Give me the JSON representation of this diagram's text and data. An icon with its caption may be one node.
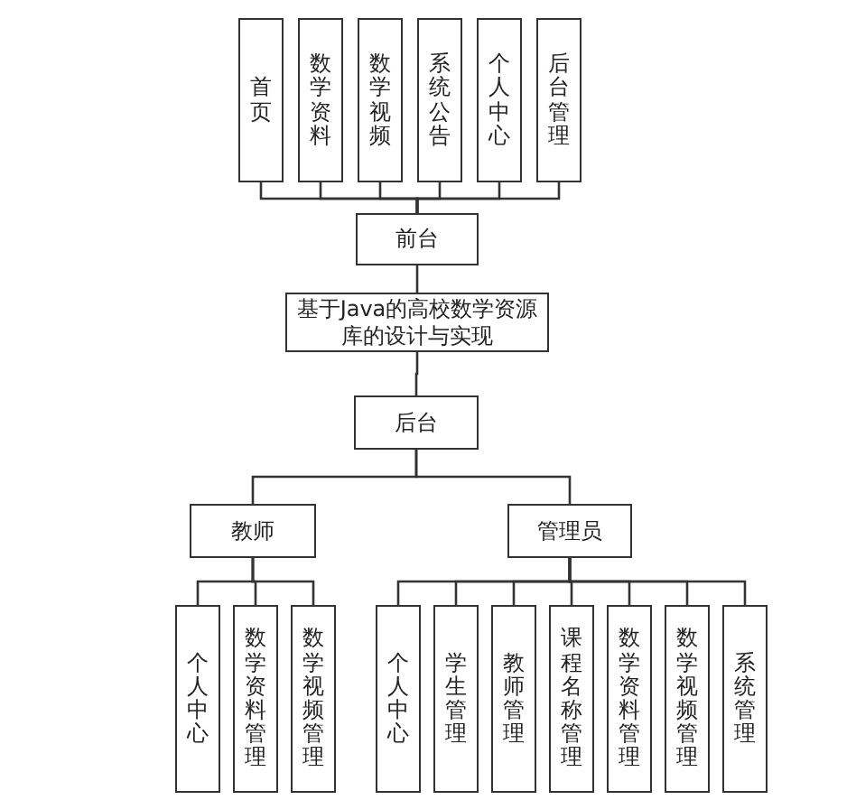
{
  "diagram": {
    "nodes": [
      {
        "text": [
          "首页"
        ]
      },
      {
        "text": [
          "数学资料"
        ]
      },
      {
        "text": [
          "数学视频"
        ]
      },
      {
        "text": [
          "系统公告"
        ]
      },
      {
        "text": [
          "个人中心"
        ]
      },
      {
        "text": [
          "后台管理"
        ]
      },
      {
        "text": [
          "前台"
        ]
      },
      {
        "text": [
          "基于Java的高校数学资源库的设计与实现"
        ]
      },
      {
        "text": [
          "后台"
        ]
      },
      {
        "text": [
          "教师"
        ]
      },
      {
        "text": [
          "管理员"
        ]
      },
      {
        "text": [
          "个人中心"
        ]
      },
      {
        "text": [
          "数学资料管理"
        ]
      },
      {
        "text": [
          "数学视频管理"
        ]
      },
      {
        "text": [
          "个人中心"
        ]
      },
      {
        "text": [
          "学生管理"
        ]
      },
      {
        "text": [
          "教师管理"
        ]
      },
      {
        "text": [
          "课程名称管理"
        ]
      },
      {
        "text": [
          "数学资料管理"
        ]
      },
      {
        "text": [
          "数学视频管理"
        ]
      },
      {
        "text": [
          "系统管理"
        ]
      }
    ],
    "edges": [
      {
        "from": 6,
        "to": 0,
        "arrow": "none"
      },
      {
        "from": 6,
        "to": 1,
        "arrow": "none"
      },
      {
        "from": 6,
        "to": 2,
        "arrow": "none"
      },
      {
        "from": 6,
        "to": 3,
        "arrow": "none"
      },
      {
        "from": 6,
        "to": 4,
        "arrow": "none"
      },
      {
        "from": 6,
        "to": 5,
        "arrow": "none"
      },
      {
        "from": 7,
        "to": 6,
        "arrow": "none"
      },
      {
        "from": 7,
        "to": 8,
        "arrow": "none"
      },
      {
        "from": 8,
        "to": 9,
        "arrow": "none"
      },
      {
        "from": 8,
        "to": 10,
        "arrow": "none"
      },
      {
        "from": 9,
        "to": 11,
        "arrow": "none"
      },
      {
        "from": 9,
        "to": 12,
        "arrow": "none"
      },
      {
        "from": 9,
        "to": 13,
        "arrow": "none"
      },
      {
        "from": 10,
        "to": 14,
        "arrow": "none"
      },
      {
        "from": 10,
        "to": 15,
        "arrow": "none"
      },
      {
        "from": 10,
        "to": 16,
        "arrow": "none"
      },
      {
        "from": 10,
        "to": 17,
        "arrow": "none"
      },
      {
        "from": 10,
        "to": 18,
        "arrow": "none"
      },
      {
        "from": 10,
        "to": 19,
        "arrow": "none"
      },
      {
        "from": 10,
        "to": 20,
        "arrow": "none"
      }
    ]
  }
}
